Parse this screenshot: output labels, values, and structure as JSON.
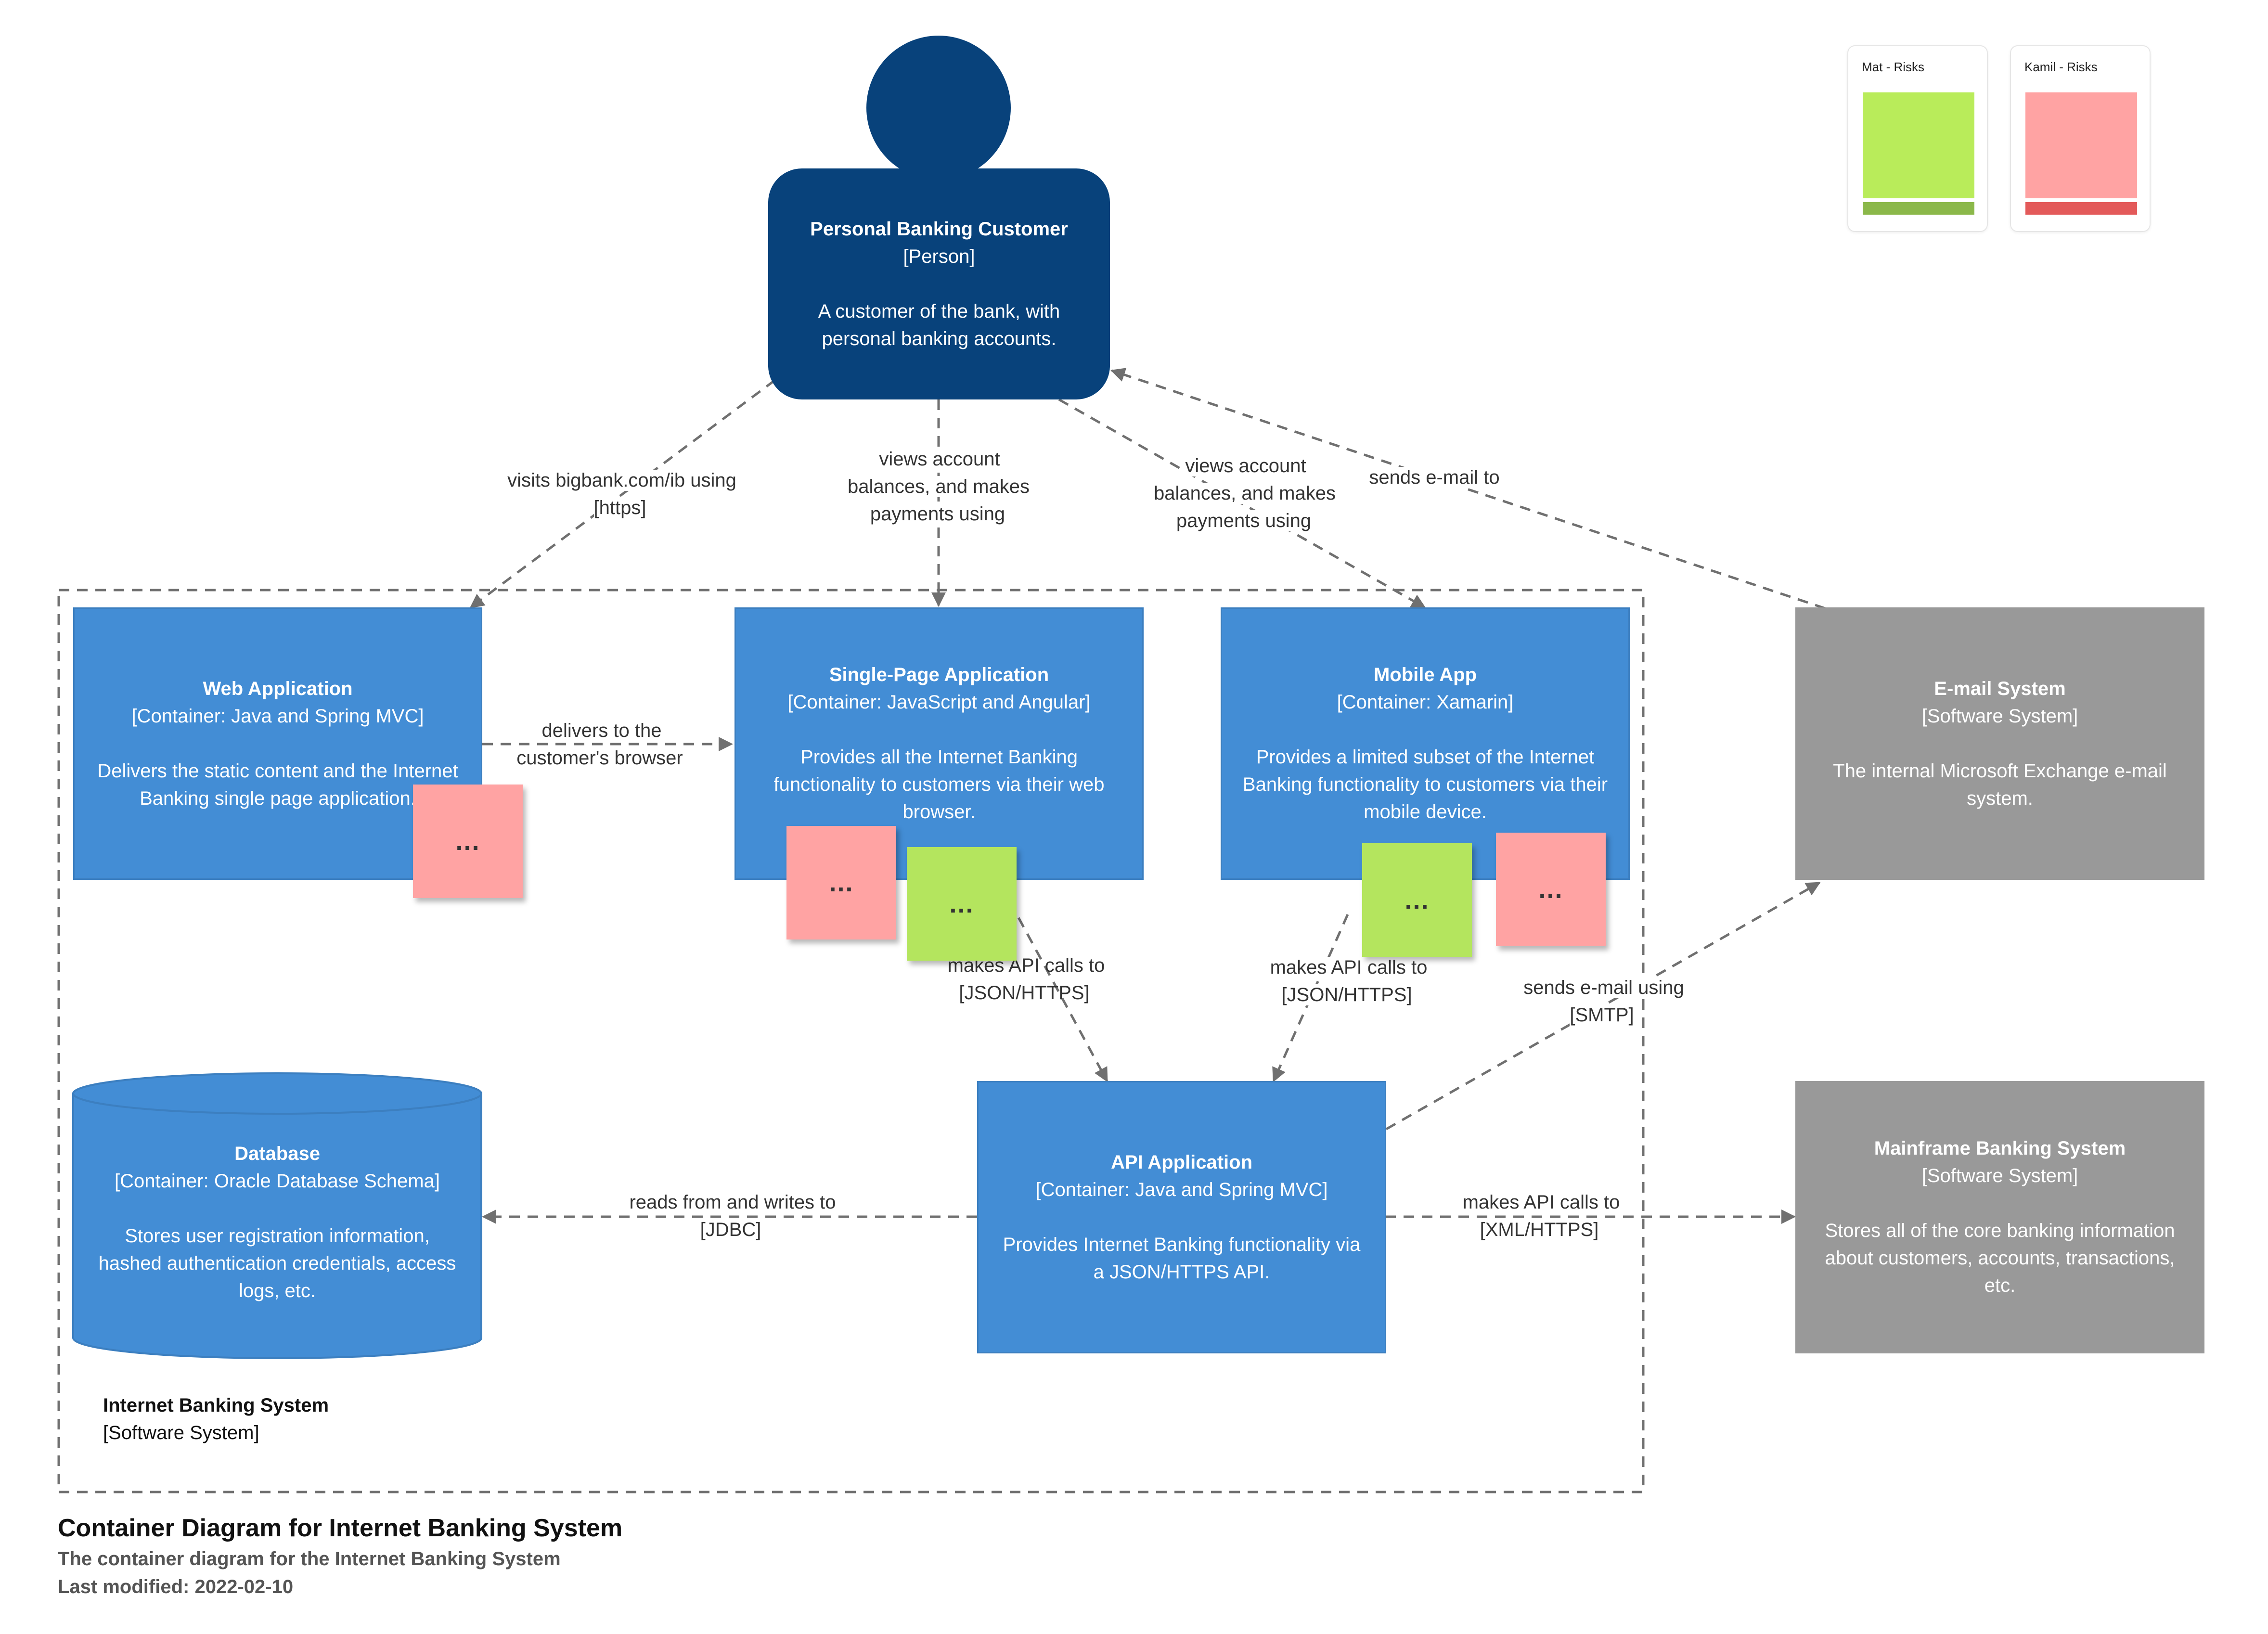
{
  "title": "Container Diagram for Internet Banking System",
  "description": "The container diagram for the Internet Banking System",
  "last_modified": "Last modified: 2022-02-10",
  "boundary": {
    "name": "Internet Banking System",
    "type": "[Software System]"
  },
  "elements": {
    "customer": {
      "name": "Personal Banking Customer",
      "type": "[Person]",
      "desc": "A customer of the bank, with personal banking accounts."
    },
    "web_app": {
      "name": "Web Application",
      "type": "[Container: Java and Spring MVC]",
      "desc": "Delivers the static content and the Internet Banking single page application."
    },
    "spa": {
      "name": "Single-Page Application",
      "type": "[Container: JavaScript and Angular]",
      "desc": "Provides all the Internet Banking functionality to customers via their web browser."
    },
    "mobile": {
      "name": "Mobile App",
      "type": "[Container: Xamarin]",
      "desc": "Provides a limited subset of the Internet Banking functionality to customers via their mobile device."
    },
    "email": {
      "name": "E-mail System",
      "type": "[Software System]",
      "desc": "The internal Microsoft Exchange e-mail system."
    },
    "database": {
      "name": "Database",
      "type": "[Container: Oracle Database Schema]",
      "desc": "Stores user registration information, hashed authentication credentials, access logs, etc."
    },
    "api": {
      "name": "API Application",
      "type": "[Container: Java and Spring MVC]",
      "desc": "Provides Internet Banking functionality via a JSON/HTTPS API."
    },
    "mainframe": {
      "name": "Mainframe Banking System",
      "type": "[Software System]",
      "desc": "Stores all of the core banking information about customers, accounts, transactions, etc."
    }
  },
  "relationships": [
    {
      "id": "r1",
      "label": "visits bigbank.com/ib using [https]"
    },
    {
      "id": "r2",
      "label": "views account balances, and makes payments using"
    },
    {
      "id": "r3",
      "label": "views account balances, and makes payments using"
    },
    {
      "id": "r4",
      "label": "sends e-mail to"
    },
    {
      "id": "r5",
      "label": "delivers to the customer's browser"
    },
    {
      "id": "r6",
      "label": "makes API calls to [JSON/HTTPS]"
    },
    {
      "id": "r7",
      "label": "makes API calls to [JSON/HTTPS]"
    },
    {
      "id": "r8",
      "label": "sends e-mail using [SMTP]"
    },
    {
      "id": "r9",
      "label": "reads from and writes to [JDBC]"
    },
    {
      "id": "r10",
      "label": "makes API calls to [XML/HTTPS]"
    }
  ],
  "sticky_text": "...",
  "legend": [
    {
      "title": "Mat - Risks",
      "color": "#b9ec5a"
    },
    {
      "title": "Kamil - Risks",
      "color": "#ffa3a3"
    }
  ],
  "colors": {
    "person": "#08427b",
    "container": "#438dd5",
    "external_system": "#999999",
    "risk_red": "#ffa3a3",
    "risk_green": "#b4e55e",
    "arrow": "#707070"
  }
}
